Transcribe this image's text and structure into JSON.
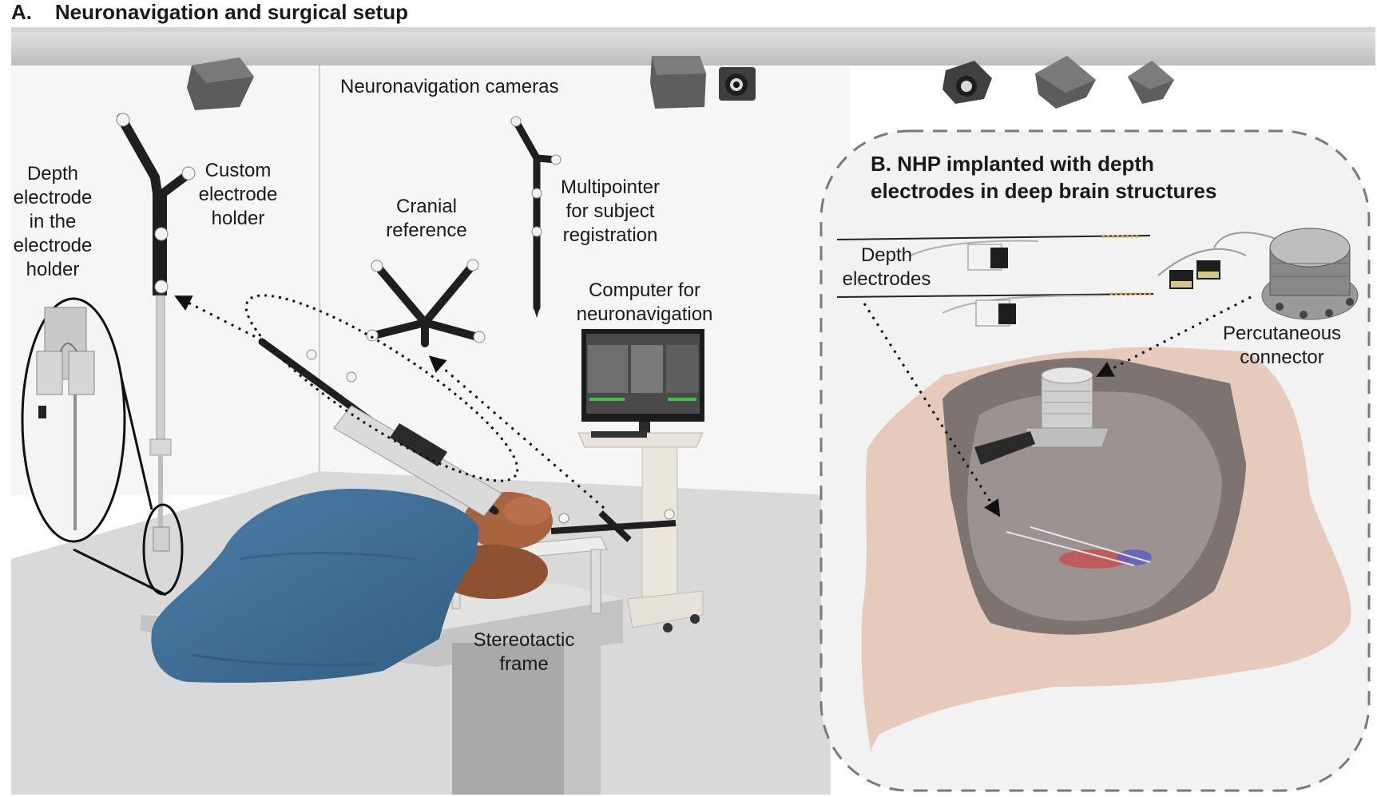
{
  "panel_a": {
    "letter": "A.",
    "title": "Neuronavigation and surgical setup"
  },
  "panel_b": {
    "title_line1": "B. NHP implanted with depth",
    "title_line2": "electrodes in deep brain structures"
  },
  "labels": {
    "cameras": "Neuronavigation cameras",
    "depth_electrode_holder": [
      "Depth",
      "electrode",
      "in the",
      "electrode",
      "holder"
    ],
    "custom_holder": [
      "Custom",
      "electrode",
      "holder"
    ],
    "cranial_reference": [
      "Cranial",
      "reference"
    ],
    "multipointer": [
      "Multipointer",
      "for subject",
      "registration"
    ],
    "computer": [
      "Computer for",
      "neuronavigation"
    ],
    "stereotactic_frame": [
      "Stereotactic",
      "frame"
    ],
    "depth_electrodes": [
      "Depth",
      "electrodes"
    ],
    "percutaneous_connector": [
      "Percutaneous",
      "connector"
    ]
  },
  "colors": {
    "drape": "#3f6f98",
    "skull": "#e6cbbd",
    "marker_tools": "#1f1f1f",
    "panel_b_background": "#f2f2f2",
    "ceiling_rail": "#cfcfcf",
    "camera": "#595959"
  }
}
